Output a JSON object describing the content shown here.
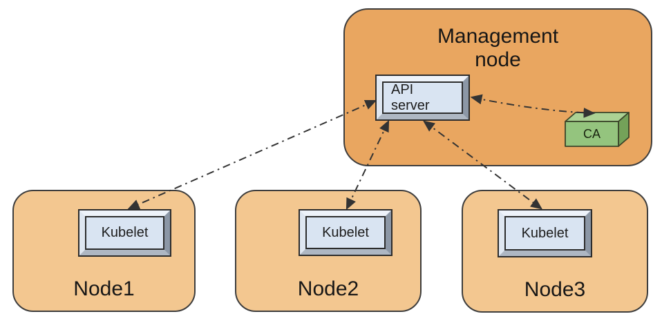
{
  "management_node": {
    "label": "Management\nnode",
    "api_server": {
      "label": "API\nserver"
    },
    "ca": {
      "label": "CA"
    }
  },
  "nodes": [
    {
      "label": "Node1",
      "component": "Kubelet"
    },
    {
      "label": "Node2",
      "component": "Kubelet"
    },
    {
      "label": "Node3",
      "component": "Kubelet"
    }
  ],
  "edges": [
    {
      "from": "API server",
      "to": "Kubelet (Node1)",
      "style": "dash-dot",
      "bidirectional": true
    },
    {
      "from": "API server",
      "to": "Kubelet (Node2)",
      "style": "dash-dot",
      "bidirectional": true
    },
    {
      "from": "API server",
      "to": "Kubelet (Node3)",
      "style": "dash-dot",
      "bidirectional": true
    },
    {
      "from": "API server",
      "to": "CA",
      "style": "dash-dot",
      "bidirectional": true
    }
  ],
  "colors": {
    "management_node_fill": "#E9A660",
    "worker_node_fill": "#F3C790",
    "component_face": "#D9E4F2",
    "ca_face": "#94C47E",
    "outline": "#3D3D3D",
    "connector": "#333333"
  }
}
